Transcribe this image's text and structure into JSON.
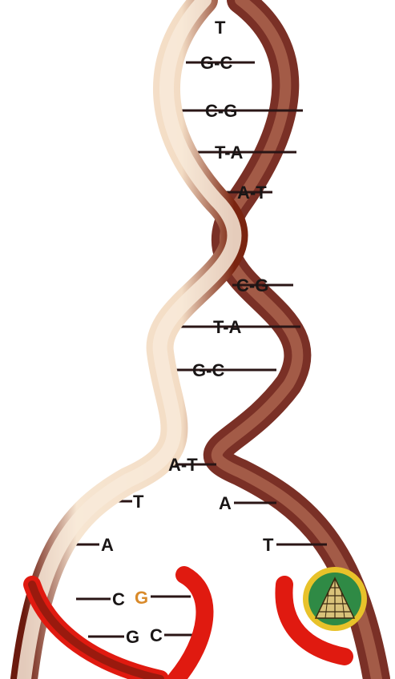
{
  "diagram": {
    "base_pairs": [
      {
        "id": "bp-1",
        "label": "T"
      },
      {
        "id": "bp-2",
        "label": "G-C"
      },
      {
        "id": "bp-3",
        "label": "C-G"
      },
      {
        "id": "bp-4",
        "label": "T-A"
      },
      {
        "id": "bp-5",
        "label": "A-T"
      },
      {
        "id": "bp-6",
        "label": "C-G"
      },
      {
        "id": "bp-7",
        "label": "T-A"
      },
      {
        "id": "bp-8",
        "label": "G-C"
      },
      {
        "id": "bp-9",
        "label": "A-T"
      }
    ],
    "unpaired_left": [
      "T",
      "A"
    ],
    "unpaired_right": [
      "A",
      "T"
    ],
    "new_pairs": [
      {
        "left": "C",
        "right": "G"
      },
      {
        "left": "G",
        "right": "C"
      }
    ],
    "colors": {
      "strand_light": "#f7e6d2",
      "strand_shadow": "#6b1a0e",
      "new_strand": "#e01a10",
      "line": "#2a1515",
      "badge_ring": "#e8c22a",
      "badge_fill": "#2f8a45"
    },
    "badge_icon": "pyramid-icon"
  }
}
